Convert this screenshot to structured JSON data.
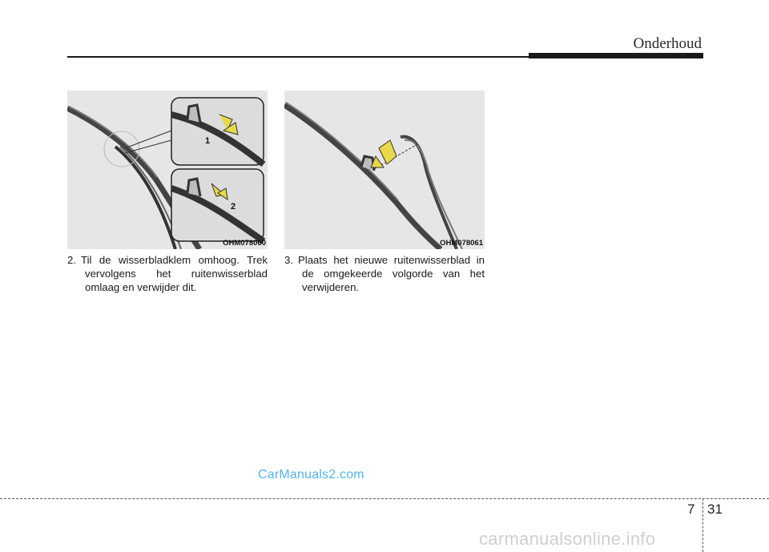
{
  "header": {
    "section_title": "Onderhoud"
  },
  "figures": [
    {
      "code": "OHM078060",
      "callouts": [
        "1",
        "2"
      ]
    },
    {
      "code": "OHM078061"
    }
  ],
  "steps": [
    {
      "number": "2.",
      "text": "Til de wisserbladklem omhoog. Trek vervolgens het ruitenwisserblad omlaag en verwijder dit."
    },
    {
      "number": "3.",
      "text": "Plaats het nieuwe ruitenwisserblad in de omgekeerde volgorde van het verwijderen."
    }
  ],
  "watermark": "CarManuals2.com",
  "footer": {
    "chapter": "7",
    "page": "31",
    "brand": "carmanualsonline.info"
  },
  "colors": {
    "accent_arrow": "#e8d84a",
    "figure_bg": "#e6e6e6",
    "watermark": "#52b6e6"
  }
}
